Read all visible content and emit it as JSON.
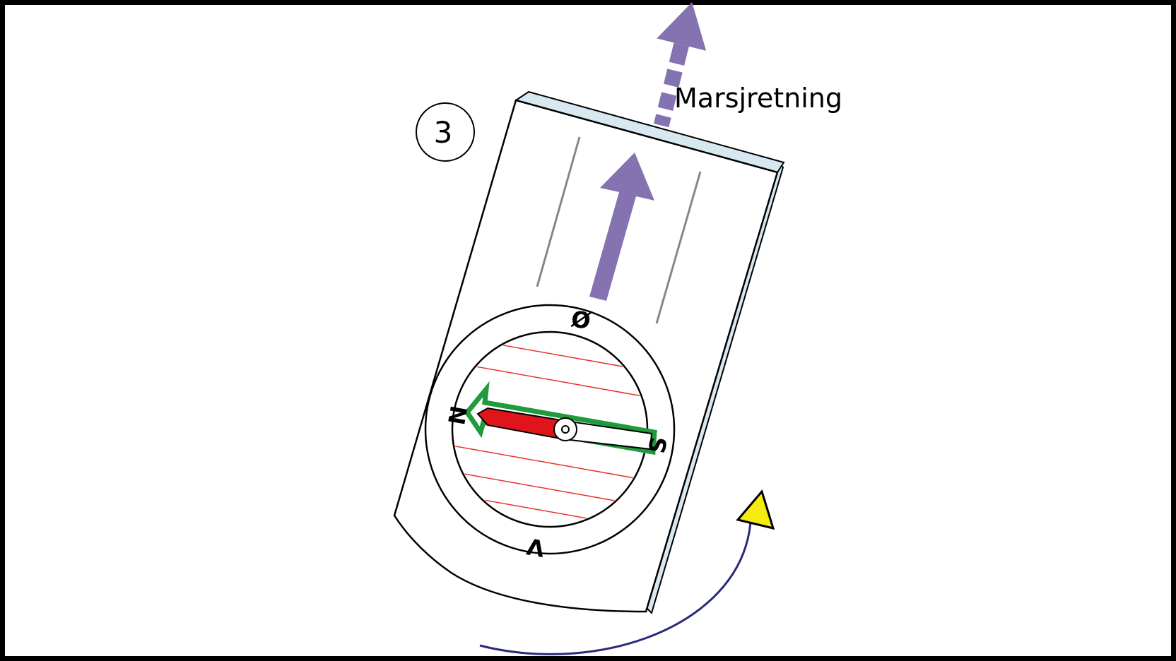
{
  "diagram": {
    "step_number": "3",
    "direction_label": "Marsjretning",
    "cardinals": {
      "north": "N",
      "east": "Ø",
      "south": "S",
      "west": "V"
    }
  },
  "colors": {
    "background_frame": "#000000",
    "canvas": "#ffffff",
    "travel_arrow": "#8573b1",
    "baseplate_edge": "#d7e8f0",
    "orienting_lines": "#e8332a",
    "orienting_arrow": "#1f9a3c",
    "needle_north": "#e0151c",
    "rotation_arc": "#2a2a7a",
    "rotation_marker": "#f4ec10"
  },
  "icons": {
    "travel": "travel-direction-arrow",
    "rotation": "rotate-clockwise-arrow"
  }
}
